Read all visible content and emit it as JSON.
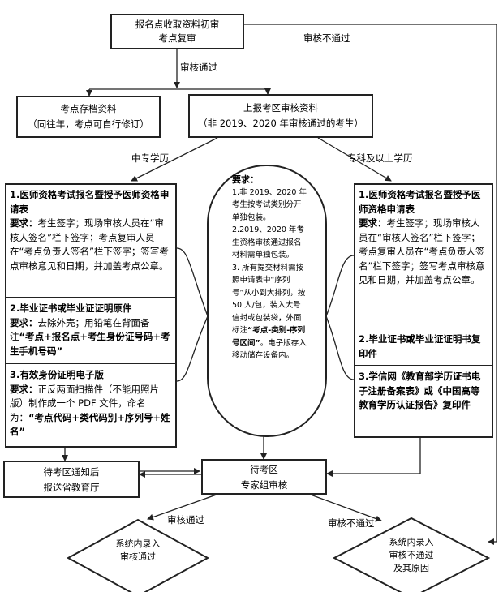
{
  "top_box": {
    "line1": "报名点收取资料初审",
    "line2": "考点复审"
  },
  "labels": {
    "reject_top": "审核不通过",
    "approve_top": "审核通过",
    "zhongzhuan": "中专学历",
    "zhuanke": "专科及以上学历",
    "approve_bottom": "审核通过",
    "reject_bottom": "审核不通过"
  },
  "archive_box": {
    "line1": "考点存档资料",
    "line2": "（同往年，考点可自行修订）"
  },
  "report_box": {
    "line1": "上报考区审核资料",
    "line2": "（非 2019、2020 年审核通过的考生）"
  },
  "left_col": {
    "b1_title": "1.医师资格考试报名暨授予医师资格申请表",
    "b1_req": "要求：",
    "b1_text": "考生签字；现场审核人员在“审核人签名”栏下签字；考点复审人员在“考点负责人签名”栏下签字；签写考点审核意见和日期，并加盖考点公章。",
    "b2_title": "2.毕业证书或毕业证证明原件",
    "b2_req": "要求：",
    "b2_text": "去除外壳；用铅笔在背面备注",
    "b2_strong": "“考点+报名点+考生身份证号码+考生手机号码”",
    "b3_title": "3.有效身份证明电子版",
    "b3_req": "要求：",
    "b3_text": "正反两面扫描件（不能用照片版）制作成一个 PDF 文件，命名为：",
    "b3_strong": "“考点代码+类代码别+序列号+姓名”"
  },
  "center_req": {
    "title": "要求：",
    "p1": "1.非 2019、2020 年考生按考试类别分开单独包装。",
    "p2": "2.2019、2020 年考生资格审核通过报名材料需单独包装。",
    "p3a": "3. 所有提交材料需按照申请表中“序列号”从小到大排列，按 50 人/包，装入大号信封或包装袋，外面标注",
    "p3b": "“考点-类别-序列号区间”",
    "p3c": "。电子版存入移动储存设备内。"
  },
  "right_col": {
    "b1_title": "1.医师资格考试报名暨授予医师资格申请表",
    "b1_req": "要求：",
    "b1_text": "考生签字；现场审核人员在“审核人签名”栏下签字；考点复审人员在“考点负责人签名”栏下签字；签写考点审核意见和日期，并加盖考点公章。",
    "b2_title": "2.毕业证书或毕业证证明书复印件",
    "b3_title": "3.学信网《教育部学历证书电子注册备案表》或《中国高等教育学历认证报告》复印件"
  },
  "notify_box": {
    "line1": "待考区通知后",
    "line2": "报送省教育厅"
  },
  "expert_box": {
    "line1": "待考区",
    "line2": "专家组审核"
  },
  "diamond_left": {
    "line1": "系统内录入",
    "line2": "审核通过"
  },
  "diamond_right": {
    "line1": "系统内录入",
    "line2": "审核不通过",
    "line3": "及其原因"
  }
}
